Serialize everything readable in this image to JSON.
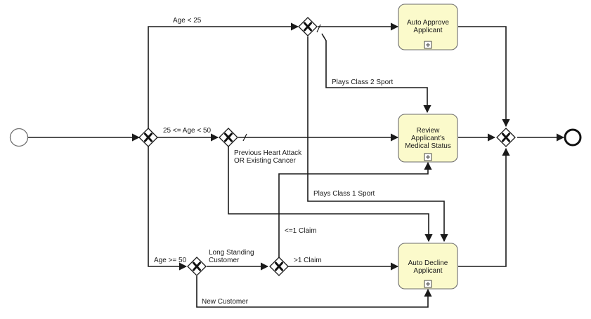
{
  "diagram": {
    "tasks": {
      "auto_approve": [
        "Auto Approve",
        "Applicant"
      ],
      "review_medical": [
        "Review",
        "Applicant's",
        "Medical Status"
      ],
      "auto_decline": [
        "Auto Decline",
        "Applicant"
      ]
    },
    "labels": {
      "age_lt_25": "Age < 25",
      "age_25_to_50": "25 <= Age < 50",
      "age_gte_50": "Age >= 50",
      "plays_class_2": "Plays Class 2 Sport",
      "plays_class_1": "Plays Class 1 Sport",
      "heart_cancer_1": "Previous Heart Attack",
      "heart_cancer_2": "OR Existing Cancer",
      "long_standing_1": "Long Standing",
      "long_standing_2": "Customer",
      "le_1_claim": "<=1 Claim",
      "gt_1_claim": ">1 Claim",
      "new_customer": "New Customer"
    },
    "element_types": {
      "gateway": "exclusive-gateway-x",
      "task_marker": "subprocess-plus-icon",
      "start": "start-event",
      "end": "end-event"
    },
    "colors": {
      "task_fill": "#fbfacb",
      "task_border": "#6e6e6e",
      "line": "#1a1a1a"
    }
  }
}
